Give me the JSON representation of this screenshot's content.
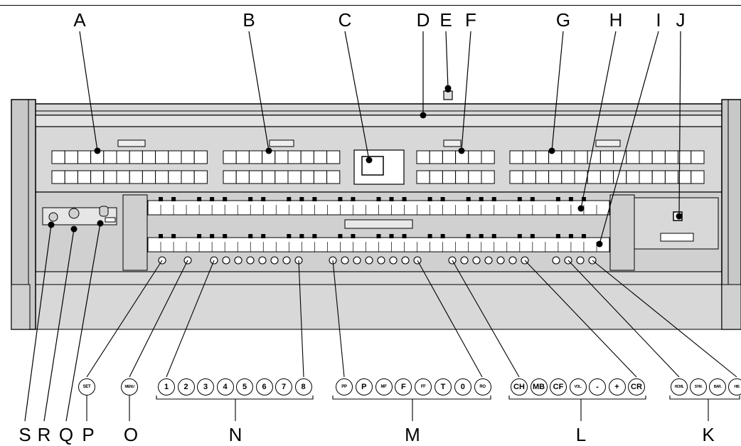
{
  "callouts_top": [
    "A",
    "B",
    "C",
    "D",
    "E",
    "F",
    "G",
    "H",
    "I",
    "J"
  ],
  "callouts_bottom": [
    "S",
    "R",
    "Q",
    "P",
    "O",
    "N",
    "M",
    "L",
    "K"
  ],
  "set_button": "SET",
  "menu_button": "MENU",
  "group_n": [
    "1",
    "2",
    "3",
    "4",
    "5",
    "6",
    "7",
    "8"
  ],
  "group_m": [
    "PP",
    "P",
    "MF",
    "F",
    "FF",
    "T",
    "0",
    "RO"
  ],
  "group_l": [
    "CH",
    "MB",
    "CF",
    "VOL.",
    "-",
    "+",
    "CR"
  ],
  "group_k": [
    "HCML",
    "SYM.",
    "BAR.",
    "HIS"
  ],
  "colors": {
    "panel": "#d8d8d8",
    "line": "#000000",
    "dark": "#000000"
  }
}
